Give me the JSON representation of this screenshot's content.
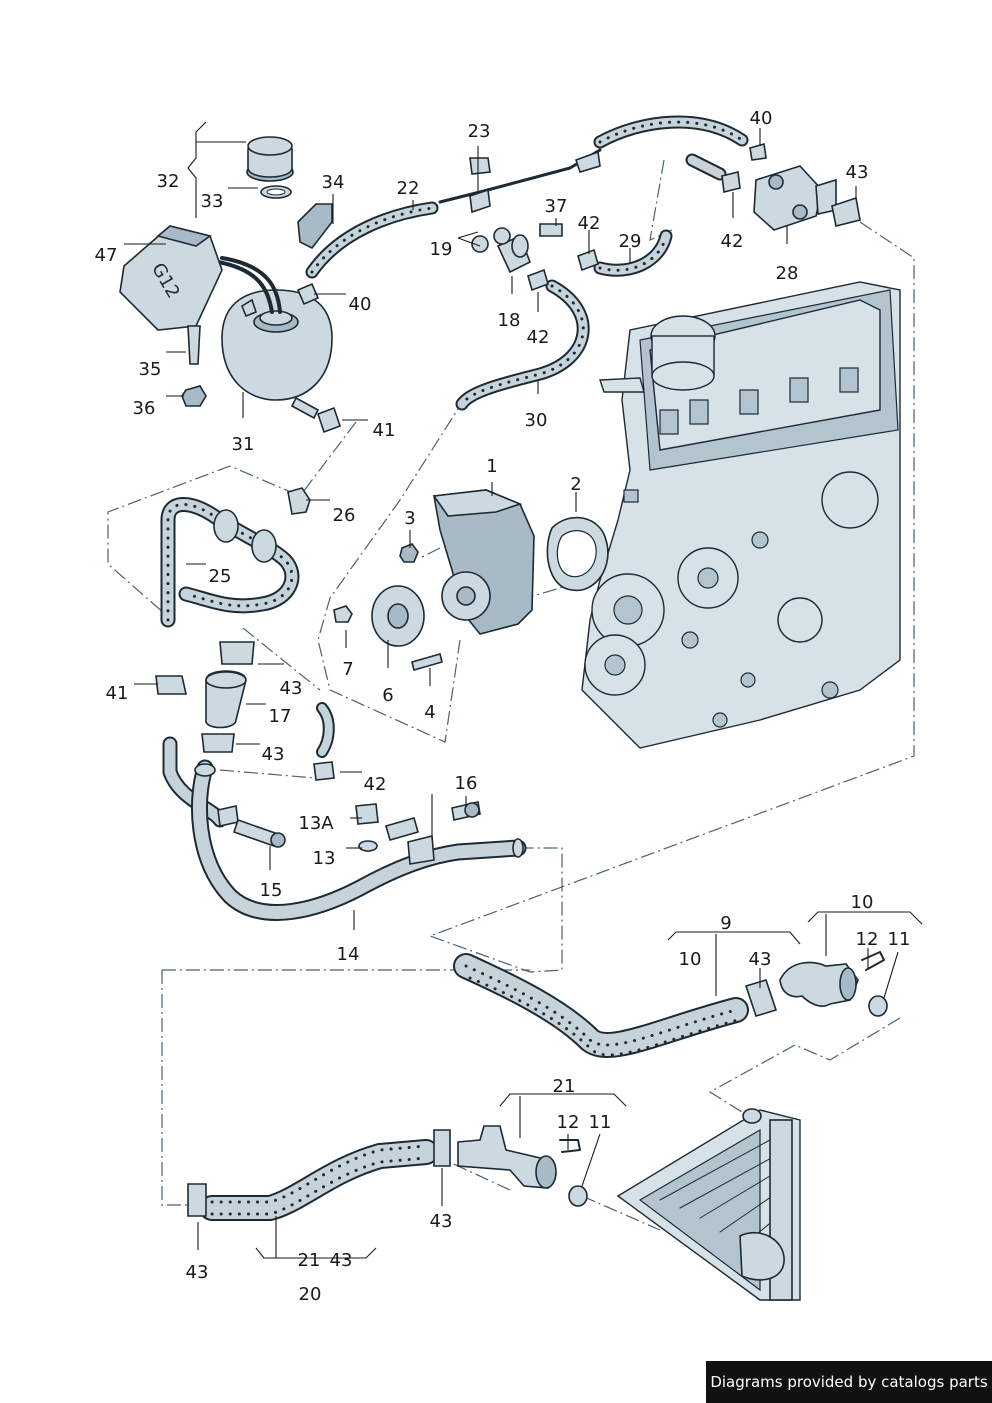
{
  "footer": {
    "text": "Diagrams provided by catalogs parts"
  },
  "colors": {
    "part_fill": "#cdd9e1",
    "outline": "#1c2a33",
    "dashed_line": "#4a6272",
    "footer_bg": "#111111"
  },
  "labels": {
    "l1": "1",
    "l2": "2",
    "l3": "3",
    "l4": "4",
    "l6": "6",
    "l7": "7",
    "l9": "9",
    "l10a": "10",
    "l10b": "10",
    "l11a": "11",
    "l11b": "11",
    "l12a": "12",
    "l12b": "12",
    "l13": "13",
    "l13a": "13A",
    "l14": "14",
    "l15": "15",
    "l16": "16",
    "l17": "17",
    "l18": "18",
    "l19": "19",
    "l20": "20",
    "l21a": "21",
    "l21b": "21",
    "l22": "22",
    "l23": "23",
    "l25": "25",
    "l26": "26",
    "l28": "28",
    "l29": "29",
    "l30": "30",
    "l31": "31",
    "l32": "32",
    "l33": "33",
    "l34": "34",
    "l35": "35",
    "l36": "36",
    "l37": "37",
    "l40a": "40",
    "l40b": "40",
    "l41a": "41",
    "l41b": "41",
    "l42a": "42",
    "l42b": "42",
    "l42c": "42",
    "l42d": "42",
    "l43a": "43",
    "l43b": "43",
    "l43c": "43",
    "l43d": "43",
    "l43e": "43",
    "l43f": "43",
    "l43g": "43",
    "l47": "47"
  },
  "decal": {
    "coolant_tag": "G12"
  }
}
